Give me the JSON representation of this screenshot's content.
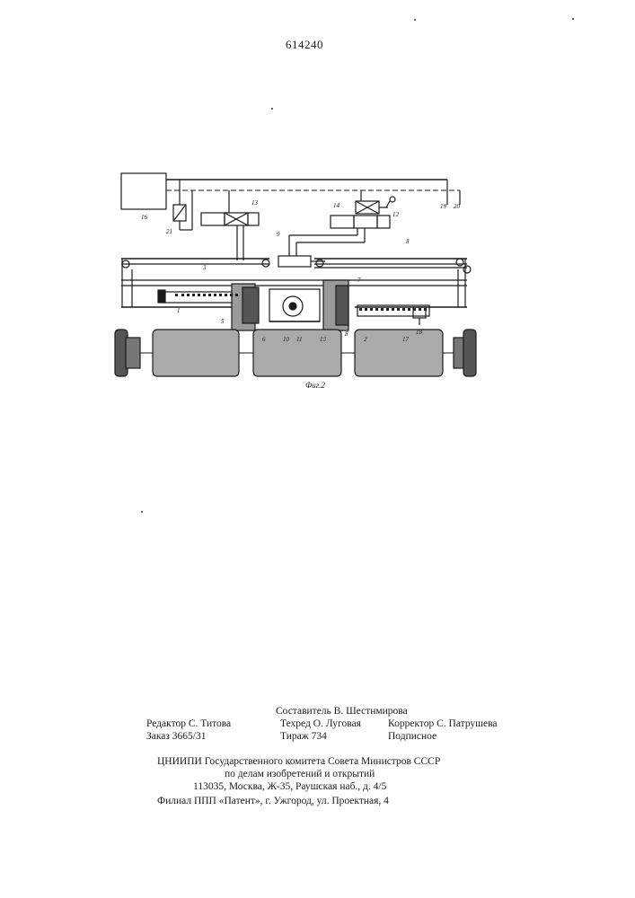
{
  "patent_number": "614240",
  "figure_caption": "Фиг.2",
  "drawing_labels": {
    "l1": "1",
    "l2": "2",
    "l3": "3",
    "l5": "5",
    "l6": "6",
    "l7": "7",
    "l8": "8",
    "l9": "9",
    "l10": "10",
    "l11": "11",
    "l12": "12",
    "l13": "13",
    "l13b": "13",
    "l14": "14",
    "l16": "16",
    "l17": "17",
    "l18": "18",
    "l19": "19",
    "l20": "20",
    "l21": "21",
    "l8b": "8"
  },
  "imprint": {
    "composer": "Составитель В. Шестнмирова",
    "editor": "Редактор С. Титова",
    "techred": "Техред О. Луговая",
    "corrector": "Корректор  С. Патрушева",
    "order": "Заказ 3665/31",
    "circulation": "Тираж 734",
    "subscription": "Подписное"
  },
  "publisher": {
    "line1": "ЦНИИПИ Государственного комитета Совета Министров СССР",
    "line2": "по делам изобретений и открытий",
    "line3": "113035, Москва, Ж-35, Раушская наб., д. 4/5",
    "line4": "Филиал ППП «Патент», г. Ужгород, ул. Проектная, 4"
  }
}
